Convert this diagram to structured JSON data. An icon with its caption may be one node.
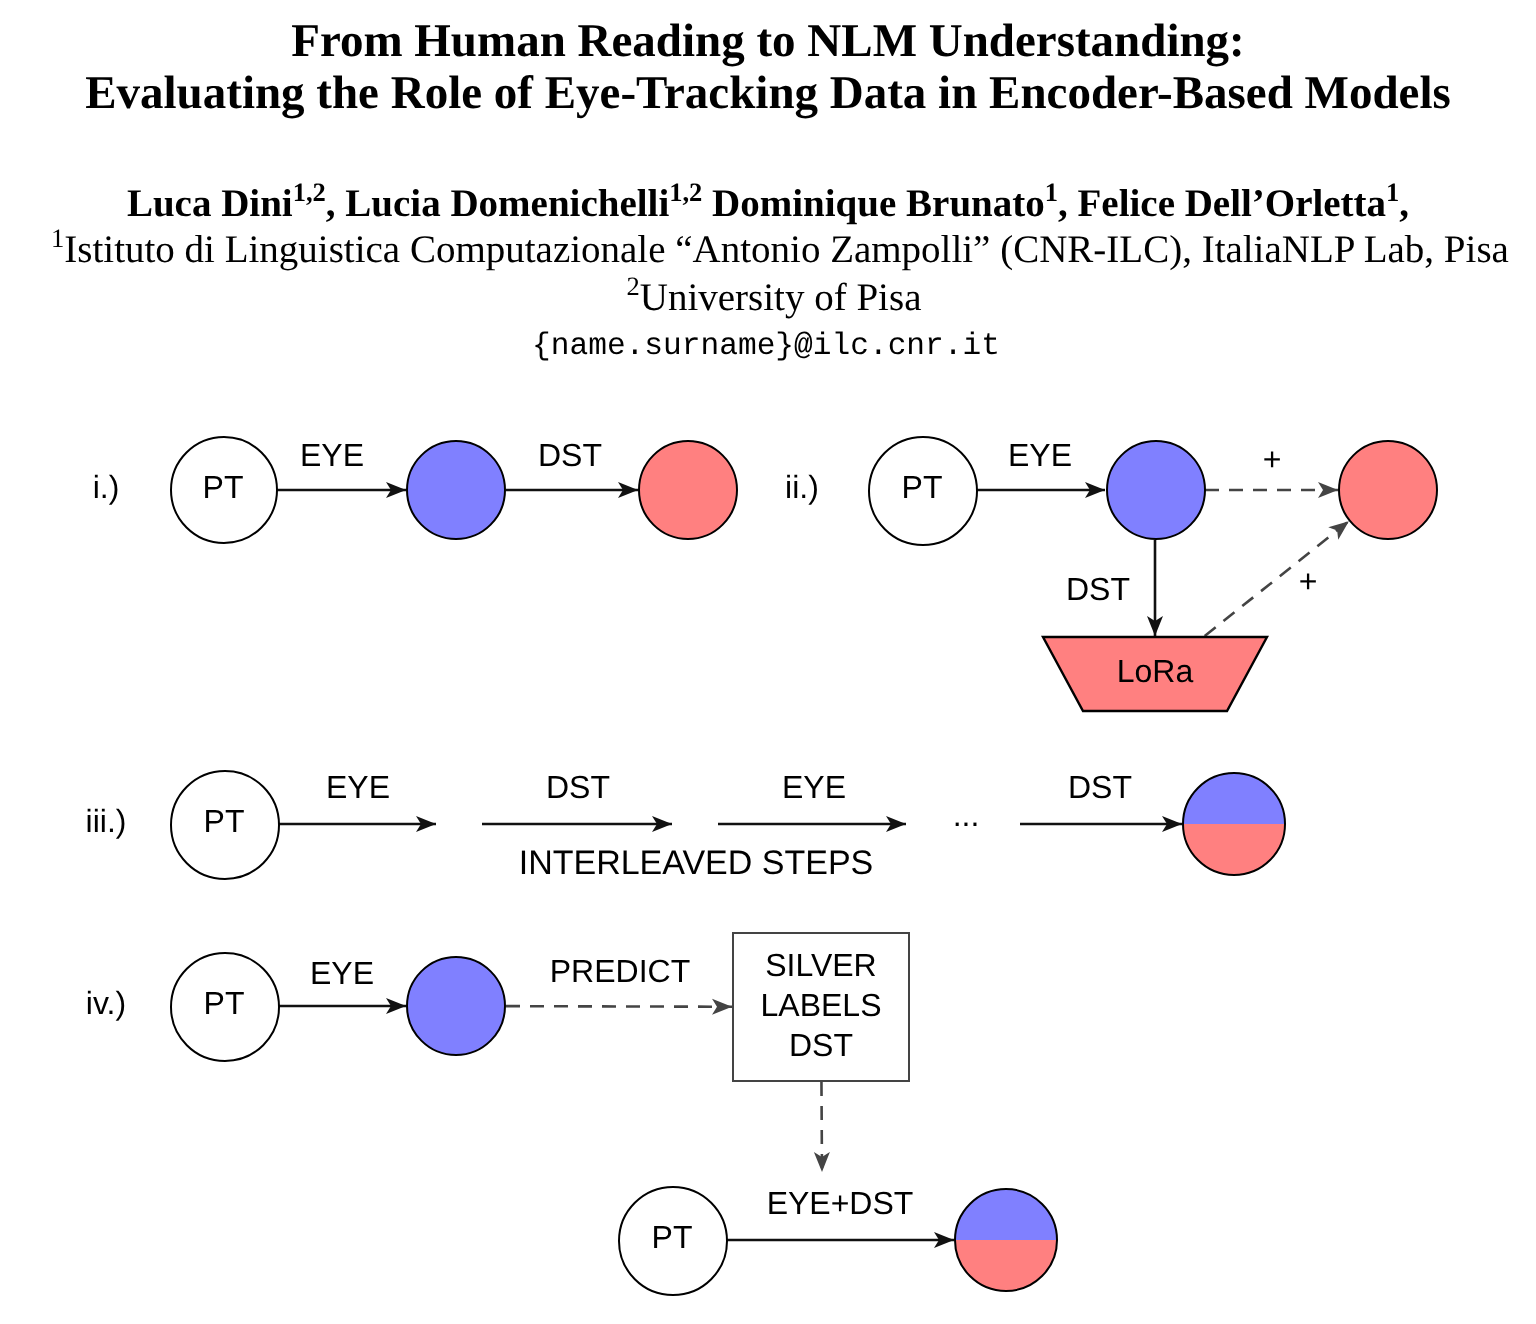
{
  "diagram": {
    "title": "From Human Reading to NLM Understanding: Evaluating the Role of Eye-Tracking Data in Encoder-Based Models",
    "nodes": [
      {
        "text": [
          "PT"
        ]
      },
      {
        "text": [],
        "shape": "circle"
      },
      {
        "text": [],
        "shape": "circle"
      },
      {
        "text": [
          "PT"
        ]
      },
      {
        "text": [],
        "shape": "circle"
      },
      {
        "text": [],
        "shape": "circle"
      },
      {
        "text": [
          "LoRa"
        ]
      },
      {
        "text": [
          "PT"
        ]
      },
      {
        "text": [],
        "shape": "circle"
      },
      {
        "text": [
          "PT"
        ]
      },
      {
        "text": [],
        "shape": "circle"
      },
      {
        "text": [
          "SILVER LABELS DST"
        ]
      },
      {
        "text": [
          "PT"
        ]
      },
      {
        "text": [],
        "shape": "circle"
      }
    ],
    "edges": [
      {
        "from": 0,
        "to": 1,
        "arrow": "to",
        "label": "EYE"
      },
      {
        "from": 1,
        "to": 2,
        "arrow": "to",
        "label": "DST"
      },
      {
        "from": 3,
        "to": 4,
        "arrow": "to",
        "label": "EYE"
      },
      {
        "from": 4,
        "to": 5,
        "arrow": "to",
        "label": "+",
        "style": "dashed"
      },
      {
        "from": 4,
        "to": 6,
        "arrow": "to",
        "label": "DST"
      },
      {
        "from": 6,
        "to": 5,
        "arrow": "to",
        "label": "+",
        "style": "dashed"
      },
      {
        "from": 7,
        "to": null,
        "arrow": "to",
        "label": "EYE"
      },
      {
        "from": null,
        "to": 8,
        "arrow": "to",
        "label": "DST"
      },
      {
        "from": 9,
        "to": 10,
        "arrow": "to",
        "label": "EYE"
      },
      {
        "from": 10,
        "to": 11,
        "arrow": "to",
        "label": "PREDICT",
        "style": "dashed"
      },
      {
        "from": 11,
        "to": null,
        "arrow": "to",
        "style": "dashed"
      },
      {
        "from": 12,
        "to": 13,
        "arrow": "to",
        "label": "EYE+DST"
      }
    ],
    "labels": [
      "Luca Dini$^{1,2}$, Lucia Domenichelli$^{1,2}$ Dominique Brunato$^{1}$, Felice Dell’Orletta$^{1}$,",
      "$^{1}$Istituto di Linguistica Computazionale “Antonio Zampolli” (CNR-ILC), ItaliaNLP Lab, Pisa",
      "$^{2}$University of Pisa",
      "{name.surname}@ilc.cnr.it",
      "i.)",
      "ii.)",
      "iii.)",
      "DST",
      "EYE",
      "...",
      "INTERLEAVED STEPS",
      "iv.)"
    ]
  }
}
